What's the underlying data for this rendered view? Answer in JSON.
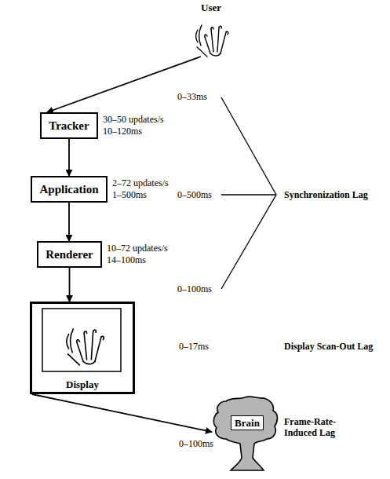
{
  "diagram": {
    "nodes": [
      {
        "text": [
          "User"
        ]
      },
      {
        "text": [
          "Tracker"
        ]
      },
      {
        "text": [
          "Application"
        ]
      },
      {
        "text": [
          "Renderer"
        ]
      },
      {
        "text": [
          "Display"
        ]
      },
      {
        "text": [
          "Brain"
        ]
      }
    ],
    "edges": [
      {
        "from": 0,
        "to": 1,
        "arrow": "to"
      },
      {
        "from": 1,
        "to": 2,
        "arrow": "to"
      },
      {
        "from": 2,
        "to": 3,
        "arrow": "to"
      },
      {
        "from": 3,
        "to": 4,
        "arrow": "to"
      },
      {
        "from": 4,
        "to": 5,
        "arrow": "to"
      }
    ],
    "labels": [
      "30–50 updates/s",
      "10–120ms",
      "2–72 updates/s",
      "1–500ms",
      "10–72 updates/s",
      "14–100ms",
      "0–33ms",
      "0–500ms",
      "Synchronization Lag",
      "0–100ms",
      "0–17ms",
      "Display Scan-Out Lag",
      "0–100ms",
      "Frame-Rate- Induced Lag"
    ]
  }
}
